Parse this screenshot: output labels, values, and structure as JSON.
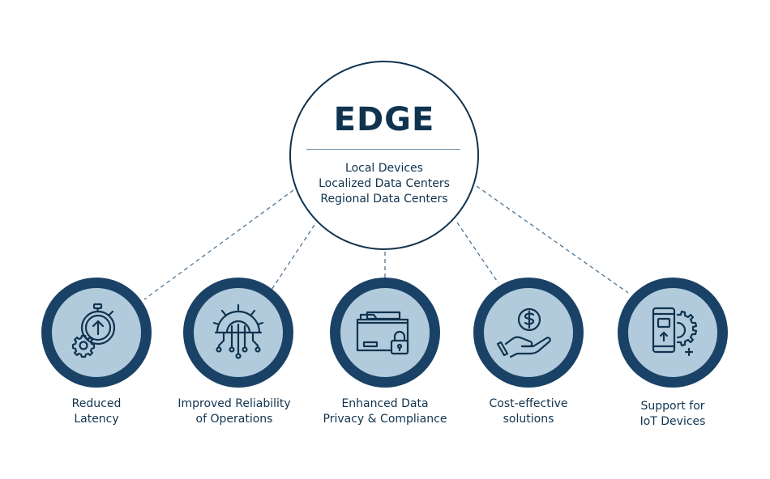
{
  "hub": {
    "title": "EDGE",
    "items": [
      "Local Devices",
      "Localized Data Centers",
      "Regional Data Centers"
    ]
  },
  "benefits": [
    {
      "line1": "Reduced",
      "line2": "Latency",
      "icon": "stopwatch-gear-icon"
    },
    {
      "line1": "Improved Reliability",
      "line2": "of Operations",
      "icon": "gear-circuit-icon"
    },
    {
      "line1": "Enhanced Data",
      "line2": "Privacy & Compliance",
      "icon": "folder-lock-icon"
    },
    {
      "line1": "Cost-effective",
      "line2": "solutions",
      "icon": "hand-coin-dollar-icon"
    },
    {
      "line1": "Support for",
      "line2": "IoT Devices",
      "icon": "phone-gear-icon"
    }
  ],
  "colors": {
    "primary": "#10334f",
    "ring": "#1a4266",
    "fill": "#b2cbdc",
    "connector": "#4f7595"
  }
}
